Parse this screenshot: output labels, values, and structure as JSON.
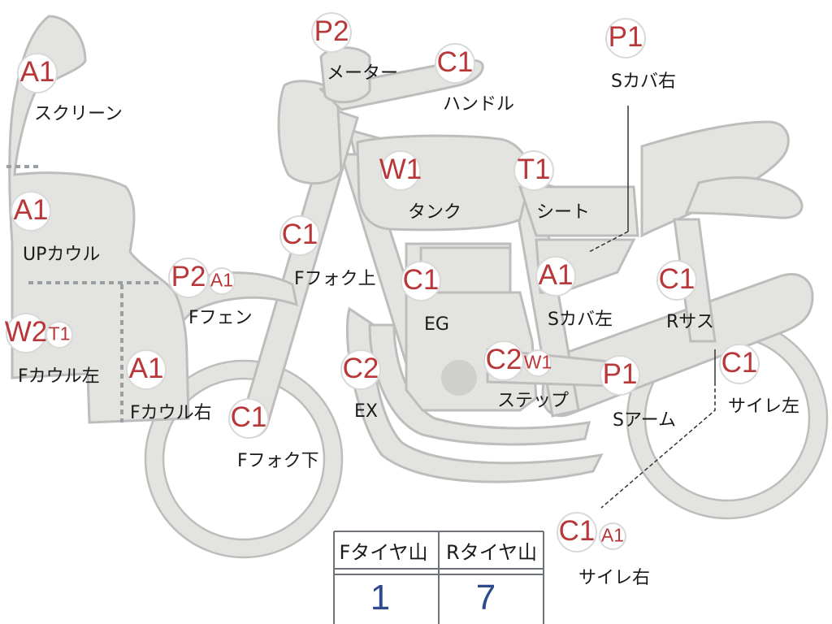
{
  "parts": [
    {
      "id": "screen",
      "grades": [
        "A1"
      ],
      "label": "スクリーン"
    },
    {
      "id": "up-cowl",
      "grades": [
        "A1"
      ],
      "label": "UPカウル"
    },
    {
      "id": "f-cowl-left",
      "grades": [
        "W2",
        "T1"
      ],
      "label": "Fカウル左"
    },
    {
      "id": "f-cowl-right",
      "grades": [
        "A1"
      ],
      "label": "Fカウル右"
    },
    {
      "id": "f-fender",
      "grades": [
        "P2",
        "A1"
      ],
      "label": "Fフェン"
    },
    {
      "id": "meter",
      "grades": [
        "P2"
      ],
      "label": "メーター"
    },
    {
      "id": "handle",
      "grades": [
        "C1"
      ],
      "label": "ハンドル"
    },
    {
      "id": "f-fork-upper",
      "grades": [
        "C1"
      ],
      "label": "Fフォク上"
    },
    {
      "id": "f-fork-lower",
      "grades": [
        "C1"
      ],
      "label": "Fフォク下"
    },
    {
      "id": "tank",
      "grades": [
        "W1"
      ],
      "label": "タンク"
    },
    {
      "id": "seat",
      "grades": [
        "T1"
      ],
      "label": "シート"
    },
    {
      "id": "s-cover-right",
      "grades": [
        "P1"
      ],
      "label": "Sカバ右"
    },
    {
      "id": "s-cover-left",
      "grades": [
        "A1"
      ],
      "label": "Sカバ左"
    },
    {
      "id": "engine",
      "grades": [
        "C1"
      ],
      "label": "EG"
    },
    {
      "id": "exhaust",
      "grades": [
        "C2"
      ],
      "label": "EX"
    },
    {
      "id": "step",
      "grades": [
        "C2",
        "W1"
      ],
      "label": "ステップ"
    },
    {
      "id": "r-suspension",
      "grades": [
        "C1"
      ],
      "label": "Rサス"
    },
    {
      "id": "s-arm",
      "grades": [
        "P1"
      ],
      "label": "Sアーム"
    },
    {
      "id": "silencer-left",
      "grades": [
        "C1"
      ],
      "label": "サイレ左"
    },
    {
      "id": "silencer-right",
      "grades": [
        "C1",
        "A1"
      ],
      "label": "サイレ右"
    }
  ],
  "tire_table": {
    "headers": [
      "Fタイヤ山",
      "Rタイヤ山"
    ],
    "values": [
      "1",
      "7"
    ]
  },
  "colors": {
    "grade_text": "#b8383a",
    "body_fill": "#e3e3e0",
    "table_value": "#2d4a8c"
  }
}
